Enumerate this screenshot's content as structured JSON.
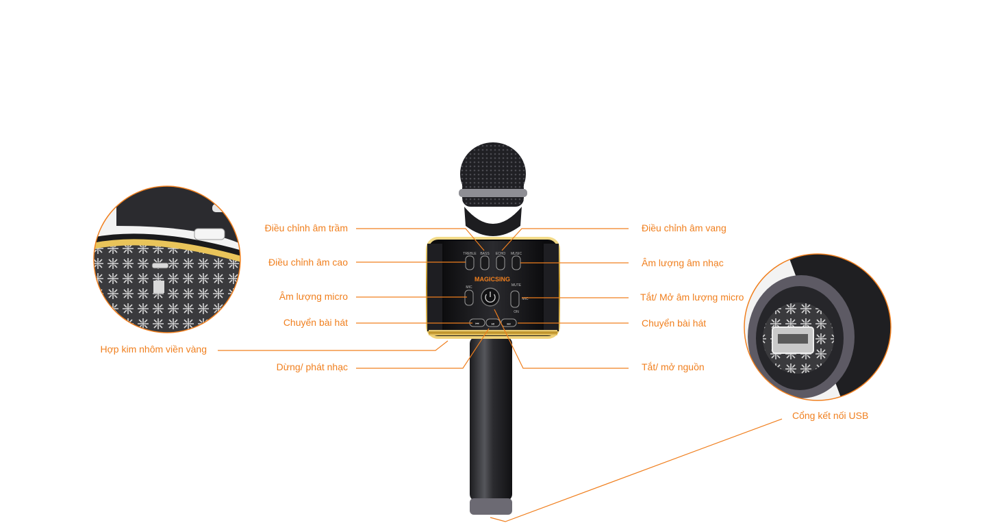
{
  "device": {
    "brand": "MAGICSING",
    "button_labels": [
      "TREBLE",
      "BASS",
      "ECHO",
      "MUSIC"
    ],
    "mic_label": "MIC",
    "mute_label": "MUTE",
    "mic_small_label": "MIC",
    "on_label": "ON",
    "track_buttons": [
      "⏮",
      "⏯",
      "⏭"
    ]
  },
  "labels": {
    "bass": "Điều chỉnh âm trầm",
    "treble": "Điều chỉnh âm cao",
    "mic_volume": "Âm lượng micro",
    "track_left": "Chuyển bài hát",
    "alloy": "Hợp kim nhôm viền vàng",
    "play_pause": "Dừng/ phát nhạc",
    "echo": "Điều chỉnh âm vang",
    "music_volume": "Âm lượng âm nhạc",
    "mute": "Tắt/ Mở âm lượng micro",
    "track_right": "Chuyển bài hát",
    "power": "Tắt/ mở nguồn",
    "usb": "Cổng kết nối USB"
  },
  "colors": {
    "accent": "#f07f1e",
    "device_black": "#1a1a1c",
    "gold": "#c9a227",
    "silver_pattern": "#cfcfcf"
  }
}
